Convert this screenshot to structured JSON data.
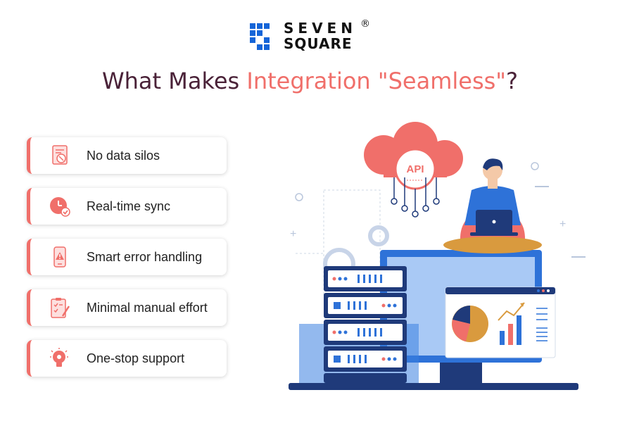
{
  "brand": {
    "line1": "SEVEN",
    "line2": "SQUARE",
    "registered": "®"
  },
  "heading": {
    "part1": "What Makes ",
    "part2": "Integration \"Seamless\"",
    "part3": "?"
  },
  "features": [
    {
      "label": "No data silos",
      "icon": "data-silo-icon"
    },
    {
      "label": "Real-time sync",
      "icon": "clock-check-icon"
    },
    {
      "label": "Smart error handling",
      "icon": "phone-alert-icon"
    },
    {
      "label": "Minimal manual effort",
      "icon": "clipboard-edit-icon"
    },
    {
      "label": "One-stop support",
      "icon": "lightbulb-gear-icon"
    }
  ],
  "illustration": {
    "api_label": "API"
  },
  "colors": {
    "accent": "#f06f6a",
    "brand_blue": "#1565d8",
    "heading_dark": "#4a2238",
    "navy": "#1f3a7a"
  }
}
